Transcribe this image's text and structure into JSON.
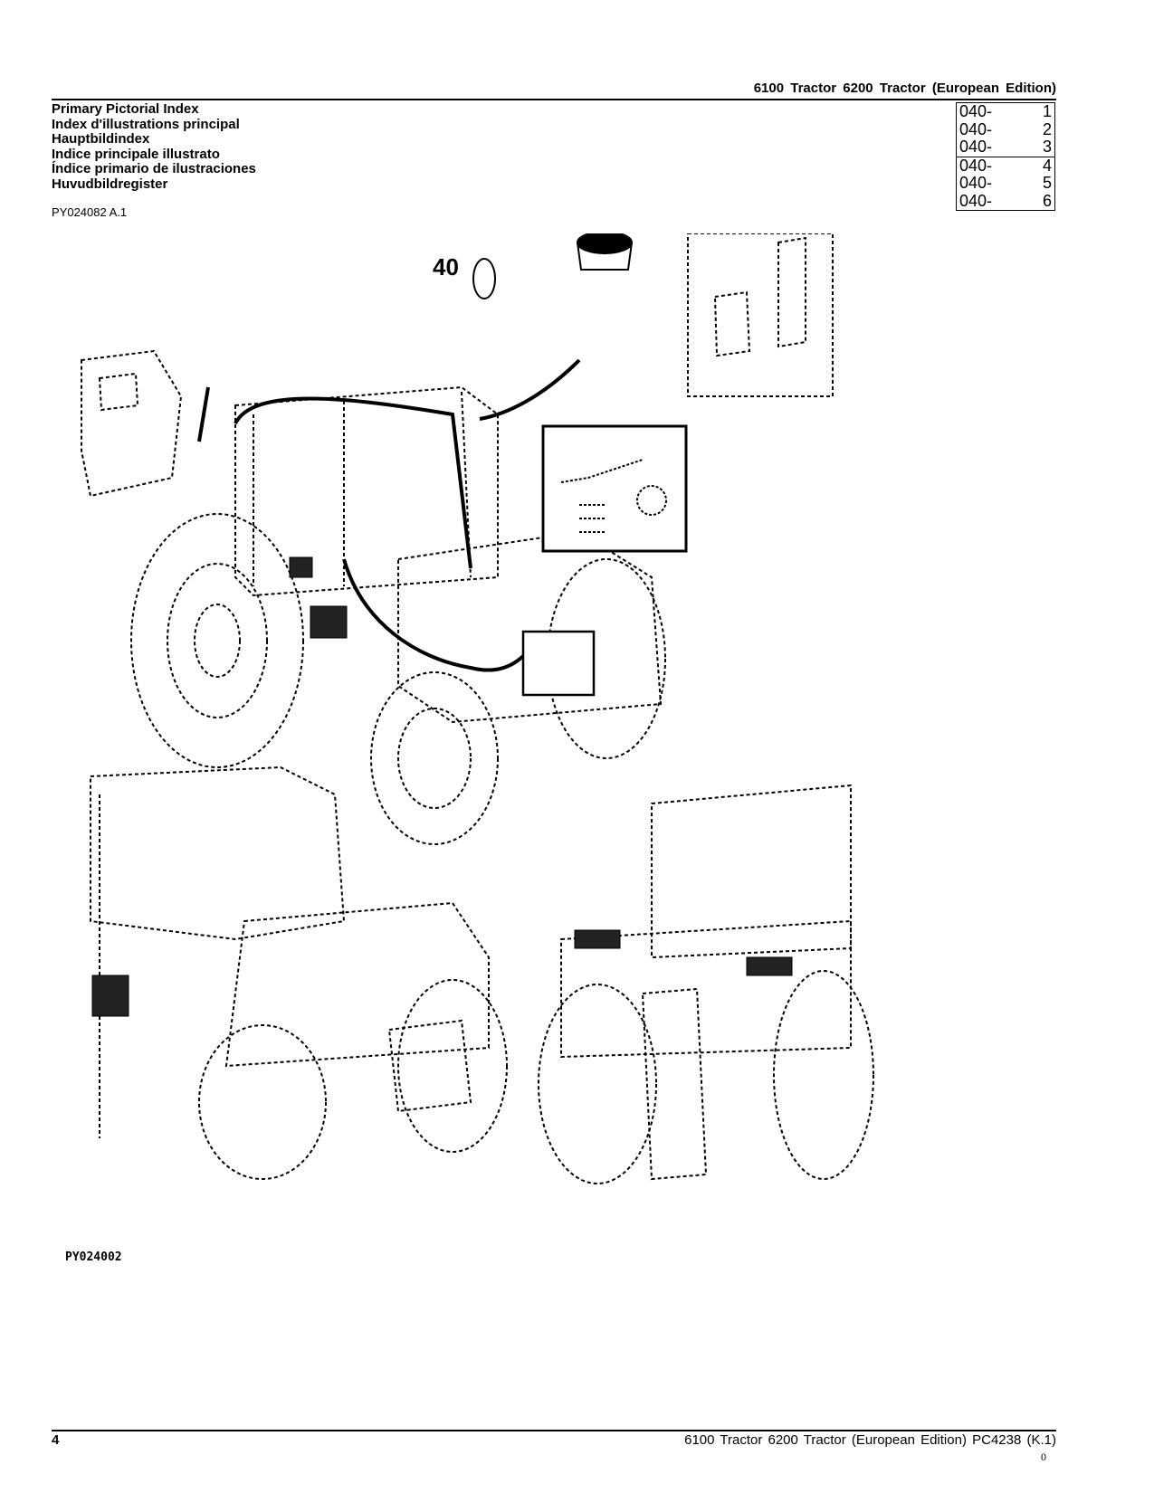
{
  "header": {
    "title": "6100 Tractor 6200 Tractor (European Edition)"
  },
  "titles": [
    "Primary Pictorial Index",
    "Index d'illustrations principal",
    "Hauptbildindex",
    "Indice principale illustrato",
    "Índice primario de ilustraciones",
    "Huvudbildregister"
  ],
  "doc_id": "PY024082 A.1",
  "index_refs": [
    {
      "prefix": "040-",
      "number": "1"
    },
    {
      "prefix": "040-",
      "number": "2"
    },
    {
      "prefix": "040-",
      "number": "3"
    },
    {
      "prefix": "040-",
      "number": "4"
    },
    {
      "prefix": "040-",
      "number": "5"
    },
    {
      "prefix": "040-",
      "number": "6"
    }
  ],
  "figure": {
    "number": "40",
    "id": "PY024002"
  },
  "footer": {
    "page_number": "4",
    "text": "6100 Tractor 6200 Tractor (European Edition)   PC4238   (K.1)",
    "mark": "0"
  }
}
